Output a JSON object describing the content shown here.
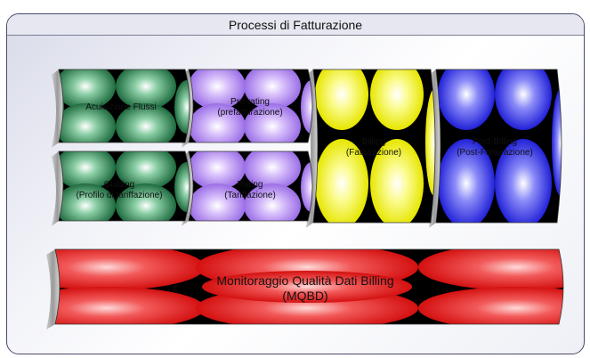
{
  "title": "Processi di Fatturazione",
  "blocks": {
    "acquisition": {
      "text": "Acuisizione Flussi",
      "color": "#2e7d4f"
    },
    "guiding": {
      "line1": "Guiding",
      "line2": "(Profilo di tariffazione)",
      "color": "#2e7d4f"
    },
    "prerating": {
      "line1": "Pre-rating",
      "line2": "(prefatturazione)",
      "color": "#b58cf0"
    },
    "rating": {
      "line1": "Rating",
      "line2": "(Tariffazione)",
      "color": "#b58cf0"
    },
    "billing": {
      "line1": "Billing",
      "line2": "(Fatturazione)",
      "color": "#f2f230"
    },
    "postbilling": {
      "line1": "Post-Billing",
      "line2": "(Post-Fatturazione)",
      "color": "#3c3cf0"
    },
    "mqbd": {
      "line1": "Monitoraggio Qualità Dati Billing",
      "line2": "(MQBD)",
      "color": "#ee2a2a"
    }
  }
}
